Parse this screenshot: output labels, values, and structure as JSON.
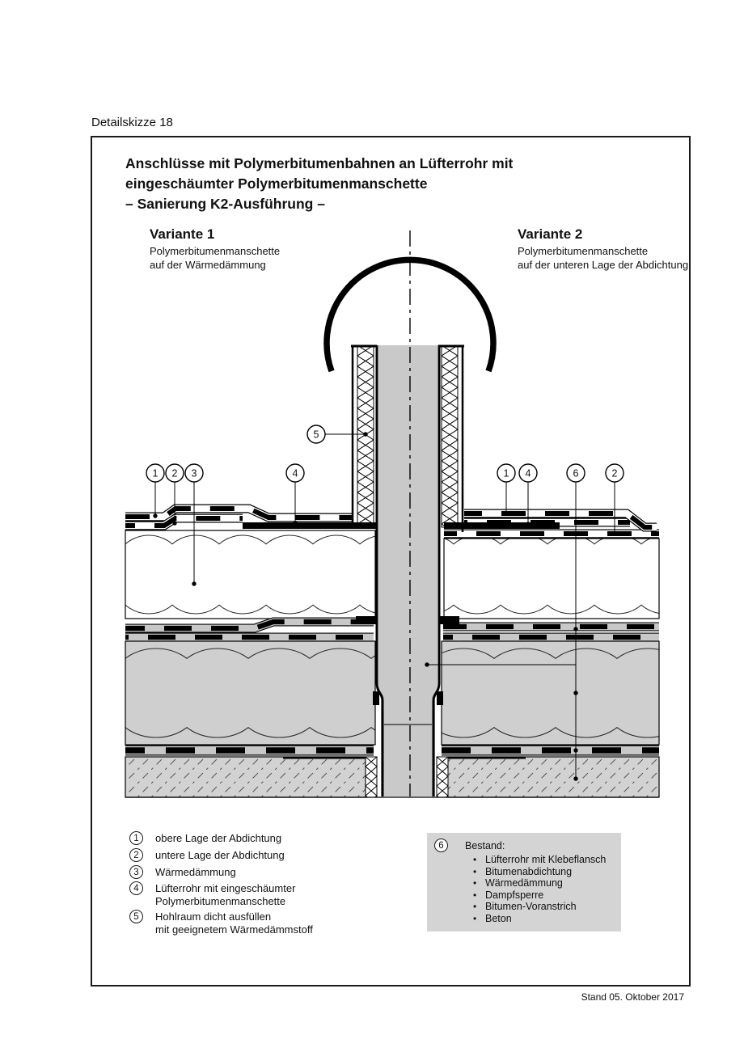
{
  "document": {
    "label": "Detailskizze 18",
    "footer": "Stand 05. Oktober 2017"
  },
  "title": {
    "line1": "Anschlüsse mit Polymerbitumenbahnen an Lüfterrohr mit",
    "line2": "eingeschäumter Polymerbitumenmanschette",
    "line3": "– Sanierung K2-Ausführung –"
  },
  "variant1": {
    "heading": "Variante 1",
    "sub1": "Polymerbitumenmanschette",
    "sub2": "auf der Wärmedämmung"
  },
  "variant2": {
    "heading": "Variante 2",
    "sub1": "Polymerbitumenmanschette",
    "sub2": "auf der unteren Lage der Abdichtung"
  },
  "callouts": {
    "left_1": "1",
    "left_2": "2",
    "left_3": "3",
    "left_4": "4",
    "left_5": "5",
    "right_1": "1",
    "right_4": "4",
    "right_6": "6",
    "right_2": "2"
  },
  "legend": {
    "items": [
      {
        "num": "1",
        "line1": "obere Lage der Abdichtung"
      },
      {
        "num": "2",
        "line1": "untere Lage der Abdichtung"
      },
      {
        "num": "3",
        "line1": "Wärmedämmung"
      },
      {
        "num": "4",
        "line1": "Lüfterrohr mit eingeschäumter",
        "line2": "Polymerbitumenmanschette"
      },
      {
        "num": "5",
        "line1": "Hohlraum dicht ausfüllen",
        "line2": "mit geeignetem Wärmedämmstoff"
      }
    ]
  },
  "bestand": {
    "num": "6",
    "title": "Bestand:",
    "items": [
      "Lüfterrohr mit Klebeflansch",
      "Bitumenabdichtung",
      "Wärmedämmung",
      "Dampfsperre",
      "Bitumen-Voranstrich",
      "Beton"
    ]
  },
  "colors": {
    "pipe_fill": "#c9c9c9",
    "existing_layer_fill": "#cfcfcf",
    "concrete_fill": "#d2d2d2",
    "legend_box_fill": "#d4d4d4",
    "line": "#111111"
  }
}
